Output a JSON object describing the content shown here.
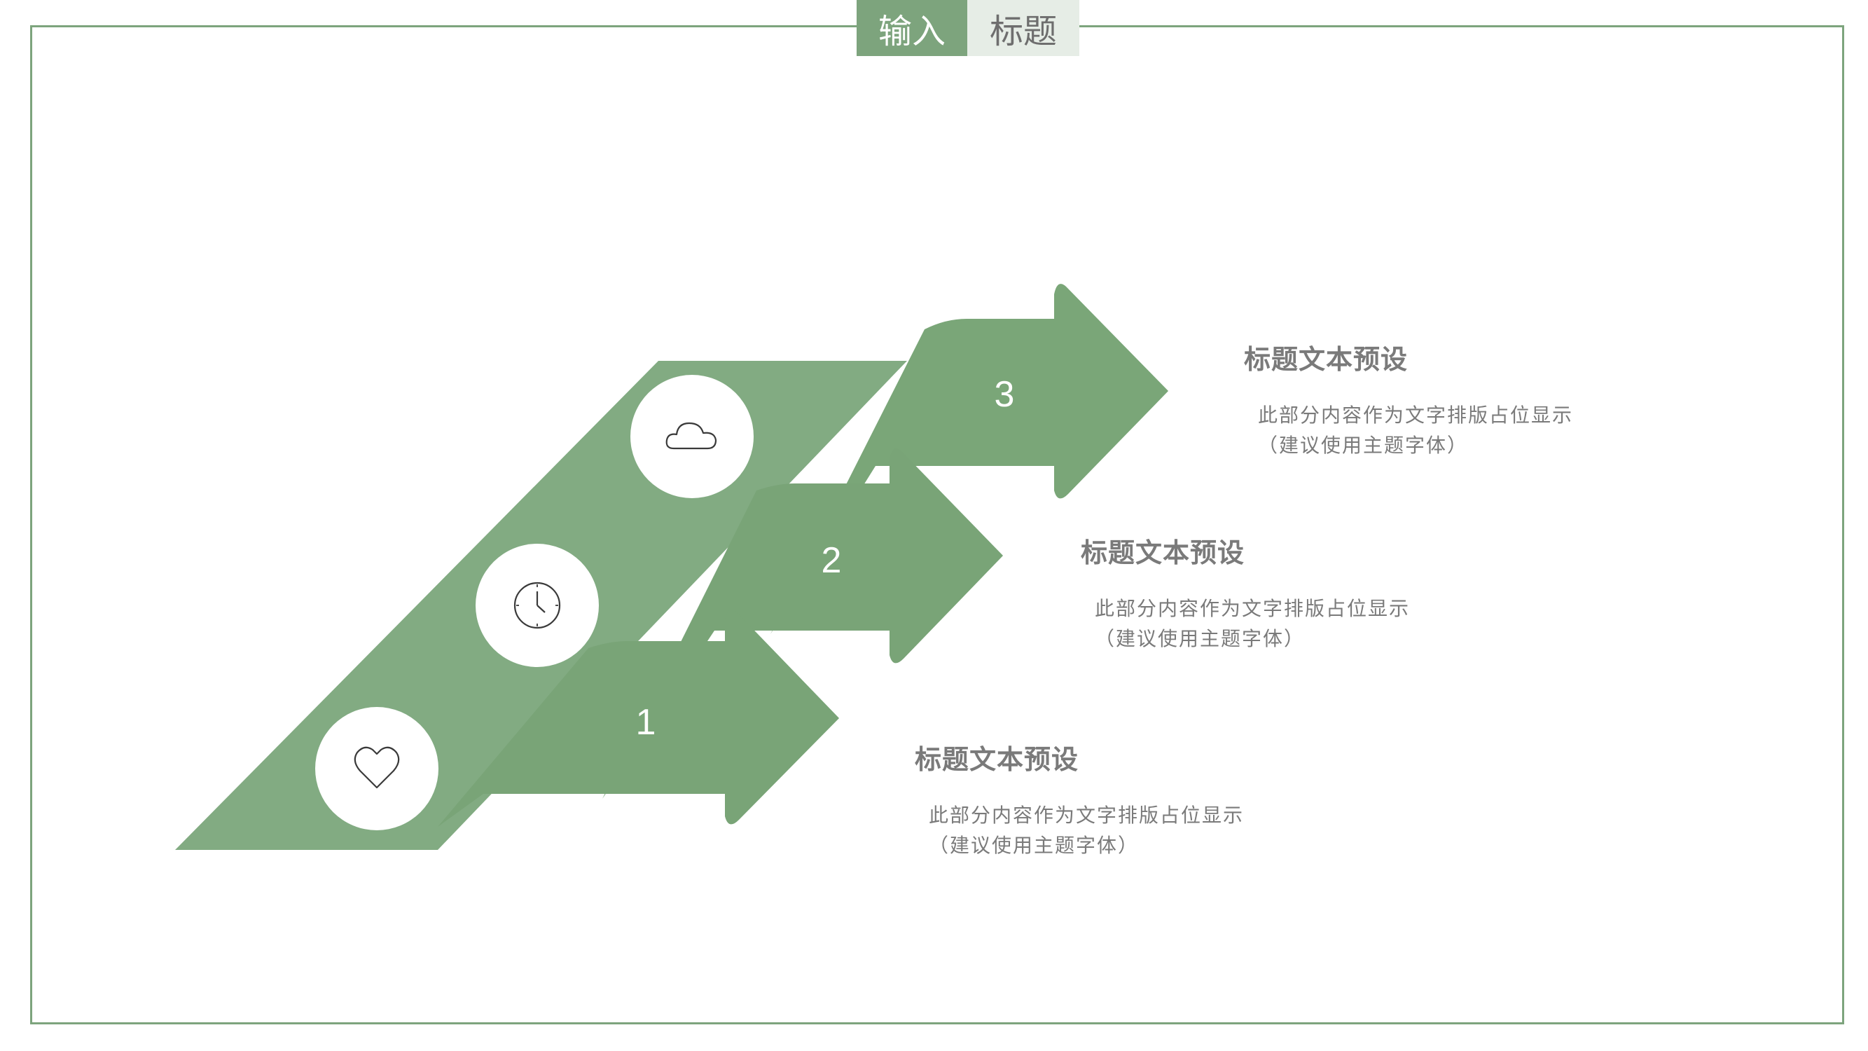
{
  "slide": {
    "title_part1": "输入",
    "title_part2": "标题"
  },
  "colors": {
    "accent": "#7da47d",
    "accent_dark": "#78a276",
    "tab_light": "#e6ede6",
    "text_gray": "#7a7a7a"
  },
  "steps": [
    {
      "number": "1",
      "icon": "heart-icon",
      "heading": "标题文本预设",
      "body_line1": "此部分内容作为文字排版占位显示",
      "body_line2": "（建议使用主题字体）"
    },
    {
      "number": "2",
      "icon": "clock-icon",
      "heading": "标题文本预设",
      "body_line1": "此部分内容作为文字排版占位显示",
      "body_line2": "（建议使用主题字体）"
    },
    {
      "number": "3",
      "icon": "cloud-icon",
      "heading": "标题文本预设",
      "body_line1": "此部分内容作为文字排版占位显示",
      "body_line2": "（建议使用主题字体）"
    }
  ]
}
